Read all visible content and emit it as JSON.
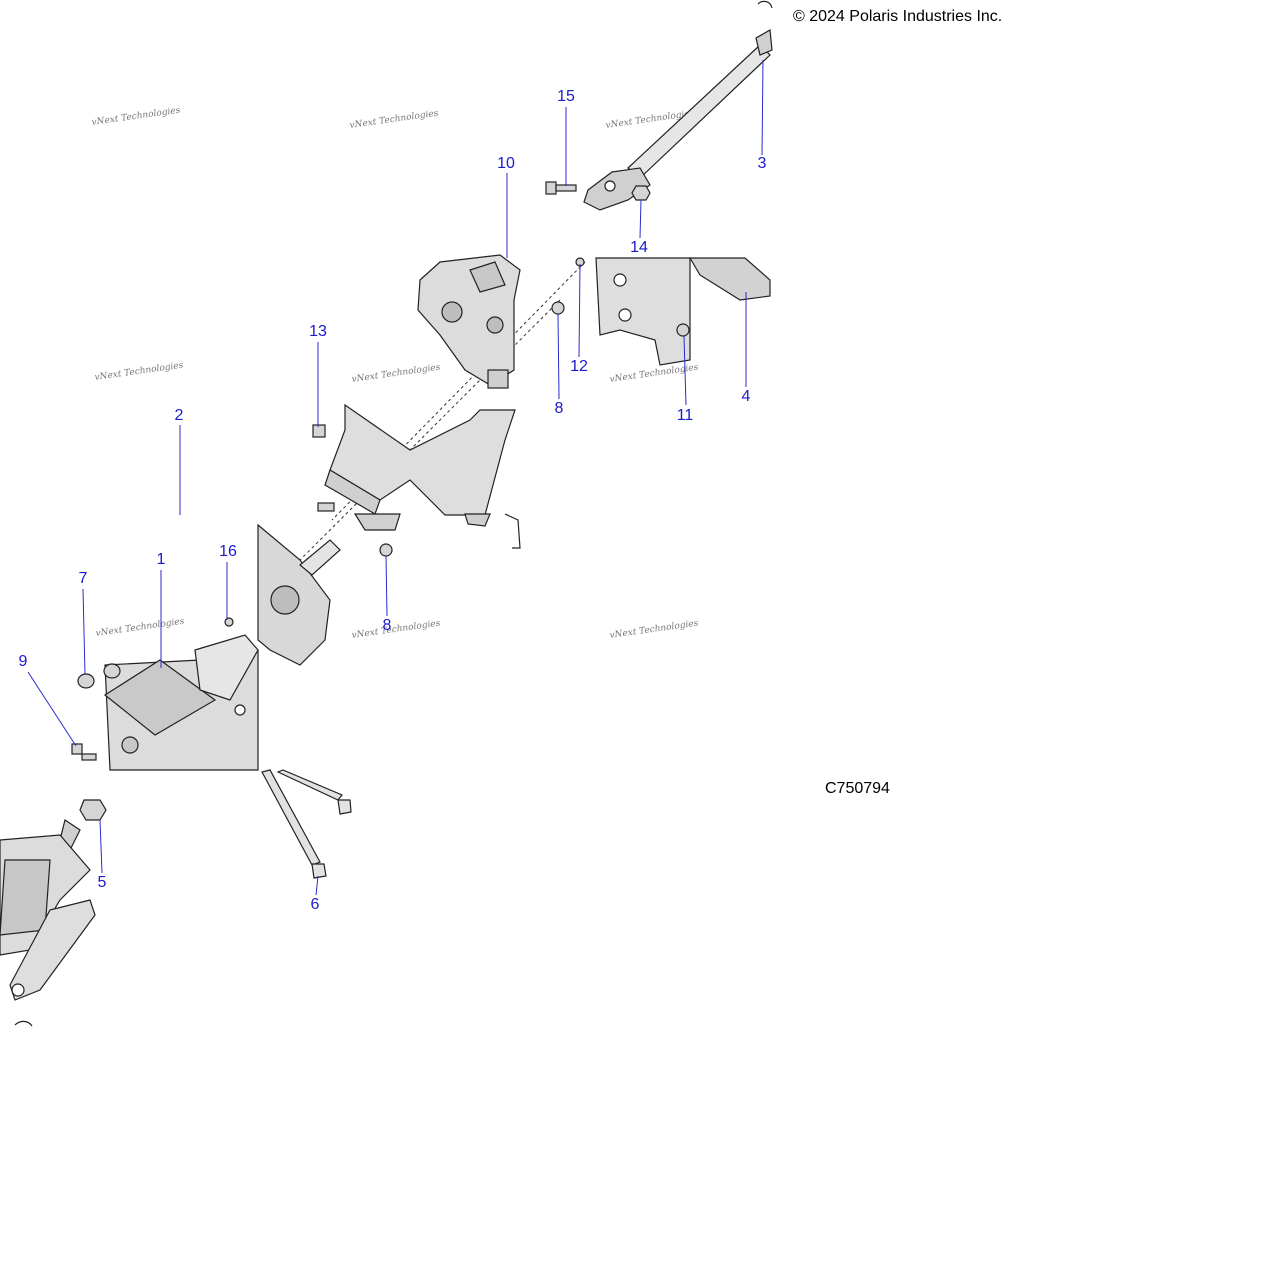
{
  "copyright": "© 2024 Polaris Industries Inc.",
  "document_id": "C750794",
  "watermark": "vNext Technologies",
  "colors": {
    "callout": "#1a1acc",
    "line": "#2a2ad0",
    "part_fill": "#d9d9d9",
    "part_stroke": "#222222"
  },
  "callouts": [
    "1",
    "2",
    "3",
    "4",
    "5",
    "6",
    "7",
    "8",
    "9",
    "10",
    "11",
    "12",
    "13",
    "14",
    "15",
    "16"
  ]
}
